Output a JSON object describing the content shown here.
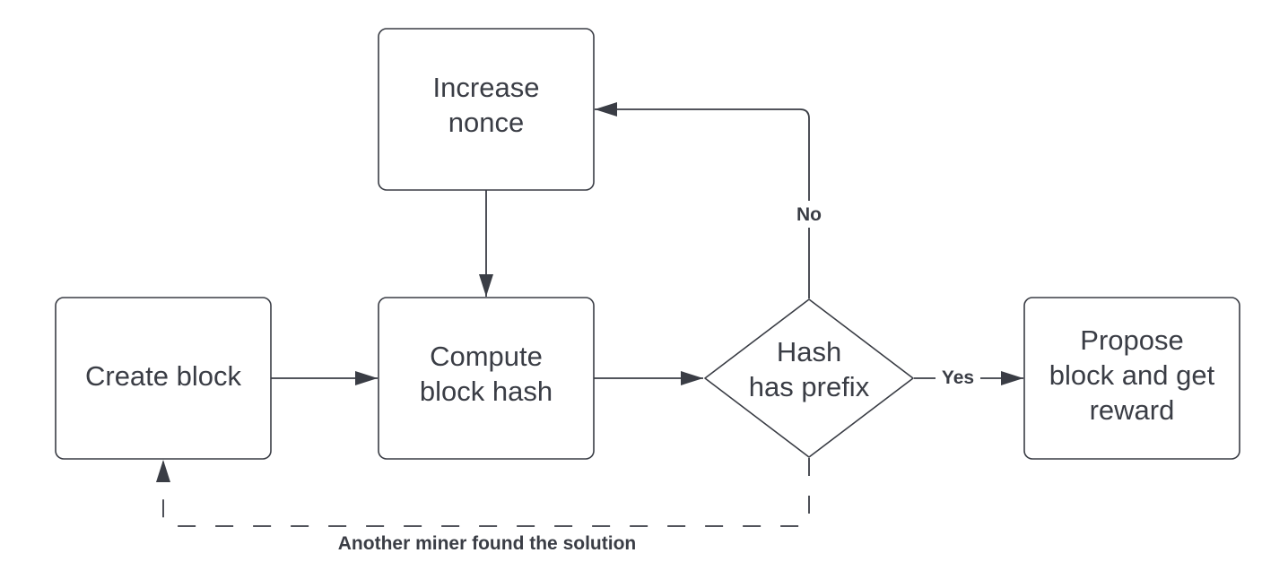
{
  "nodes": {
    "increase_nonce": [
      "Increase",
      "nonce"
    ],
    "create_block": [
      "Create block"
    ],
    "compute_hash": [
      "Compute",
      "block hash"
    ],
    "decision": [
      "Hash",
      "has prefix"
    ],
    "propose": [
      "Propose",
      "block and get",
      "reward"
    ]
  },
  "edges": {
    "no_label": "No",
    "yes_label": "Yes",
    "other_miner_label": "Another miner found the solution"
  },
  "colors": {
    "stroke": "#3a3d45",
    "background": "#ffffff"
  }
}
